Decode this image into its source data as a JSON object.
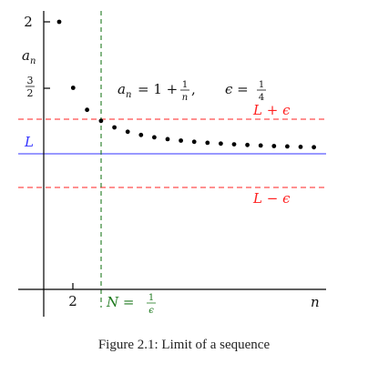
{
  "colors": {
    "axis": "#000000",
    "limit_line": "#3333ff",
    "epsilon_band": "#ff2020",
    "cutoff_line": "#1f7a1f",
    "points": "#000000",
    "text": "#111111"
  },
  "labels": {
    "y_tick_2": "2",
    "y_axis_name": "a",
    "y_axis_sub": "n",
    "y_tick_three_halves_num": "3",
    "y_tick_three_halves_den": "2",
    "limit_label": "L",
    "upper_band_label": "L + ϵ",
    "lower_band_label": "L − ϵ",
    "x_tick_2": "2",
    "x_axis_name": "n",
    "cutoff_label_prefix": "N =",
    "cutoff_frac_num": "1",
    "cutoff_frac_den": "ϵ",
    "formula_lhs": "a",
    "formula_lhs_sub": "n",
    "formula_eq": "= 1 +",
    "formula_frac_num": "1",
    "formula_frac_den": "n",
    "formula_comma": ",",
    "eps_lhs": "ϵ =",
    "eps_frac_num": "1",
    "eps_frac_den": "4"
  },
  "caption": "Figure 2.1: Limit of a sequence",
  "sequence": {
    "limit": 1,
    "epsilon": 0.25,
    "n_start": 1,
    "n_end": 20,
    "cutoff_N": 4
  }
}
